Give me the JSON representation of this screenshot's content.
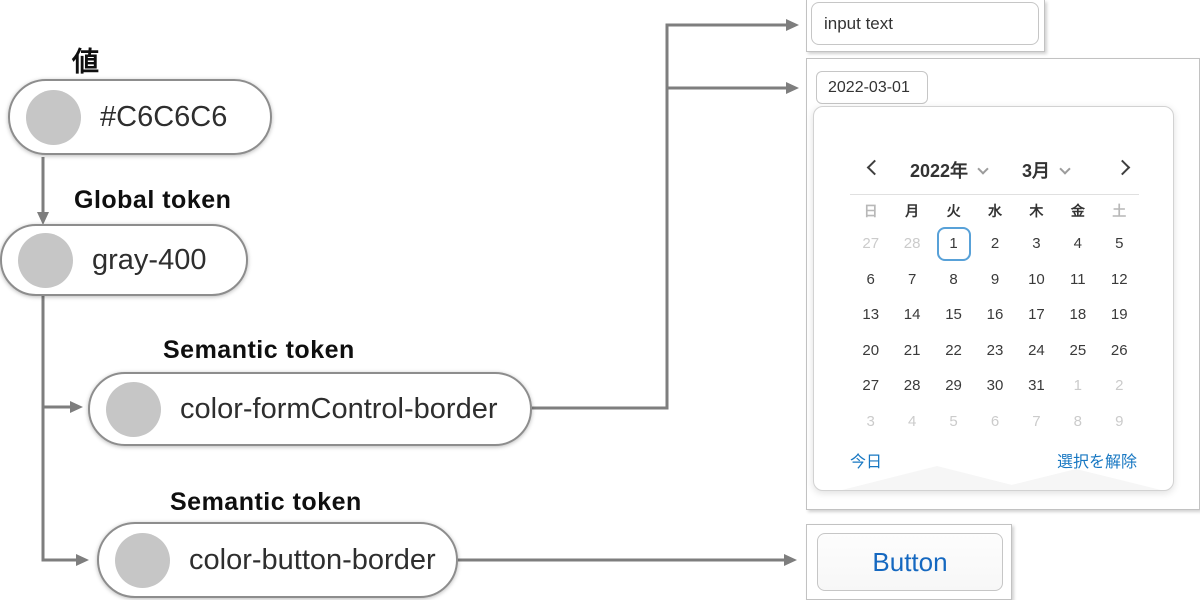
{
  "diagram": {
    "value_label": "値",
    "global_label": "Global token",
    "semantic_label_form": "Semantic token",
    "semantic_label_button": "Semantic token",
    "pills": {
      "value": "#C6C6C6",
      "global": "gray-400",
      "semantic_form": "color-formControl-border",
      "semantic_button": "color-button-border"
    }
  },
  "examples": {
    "text_input_value": "input text",
    "date_input_value": "2022-03-01",
    "button_label": "Button"
  },
  "calendar": {
    "year_label": "2022年",
    "month_label": "3月",
    "icons": {
      "prev": "chevron-left",
      "next": "chevron-right",
      "year_caret": "chevron-down",
      "month_caret": "chevron-down"
    },
    "weekdays": [
      {
        "label": "日",
        "muted": true
      },
      {
        "label": "月"
      },
      {
        "label": "火"
      },
      {
        "label": "水"
      },
      {
        "label": "木"
      },
      {
        "label": "金"
      },
      {
        "label": "土",
        "muted": true
      }
    ],
    "weeks": [
      [
        {
          "d": 27,
          "muted": true
        },
        {
          "d": 28,
          "muted": true
        },
        {
          "d": 1,
          "selected": true
        },
        {
          "d": 2
        },
        {
          "d": 3
        },
        {
          "d": 4
        },
        {
          "d": 5
        }
      ],
      [
        {
          "d": 6
        },
        {
          "d": 7
        },
        {
          "d": 8
        },
        {
          "d": 9
        },
        {
          "d": 10
        },
        {
          "d": 11
        },
        {
          "d": 12
        }
      ],
      [
        {
          "d": 13
        },
        {
          "d": 14
        },
        {
          "d": 15
        },
        {
          "d": 16
        },
        {
          "d": 17
        },
        {
          "d": 18
        },
        {
          "d": 19
        }
      ],
      [
        {
          "d": 20
        },
        {
          "d": 21
        },
        {
          "d": 22
        },
        {
          "d": 23
        },
        {
          "d": 24
        },
        {
          "d": 25
        },
        {
          "d": 26
        }
      ],
      [
        {
          "d": 27
        },
        {
          "d": 28
        },
        {
          "d": 29
        },
        {
          "d": 30
        },
        {
          "d": 31
        },
        {
          "d": 1,
          "muted": true
        },
        {
          "d": 2,
          "muted": true
        }
      ],
      [
        {
          "d": 3,
          "muted": true
        },
        {
          "d": 4,
          "muted": true
        },
        {
          "d": 5,
          "muted": true
        },
        {
          "d": 6,
          "muted": true
        },
        {
          "d": 7,
          "muted": true
        },
        {
          "d": 8,
          "muted": true
        },
        {
          "d": 9,
          "muted": true
        }
      ]
    ],
    "today_link": "今日",
    "clear_link": "選択を解除"
  },
  "colors": {
    "swatch_gray": "#C6C6C6",
    "connector_gray": "#7e7e7e",
    "link_blue": "#1777c2",
    "button_text_blue": "#1568c0",
    "selected_day_border": "#58a1d8"
  }
}
